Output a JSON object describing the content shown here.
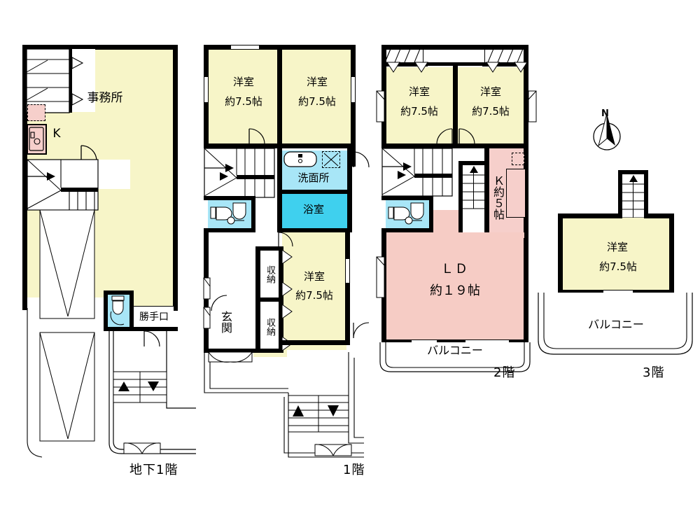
{
  "document": {
    "type": "floor-plan",
    "title": "間取り図",
    "language": "ja"
  },
  "palette": {
    "room_yellow": "#F7F5C8",
    "kitchen_pink": "#F6CFCB",
    "ld_pink": "#F6CCC5",
    "water_blue": "#A8E6F7",
    "wall_black": "#000000",
    "background": "#FFFFFF"
  },
  "compass": {
    "name": "north-arrow",
    "label": "N"
  },
  "floors": [
    {
      "id": "b1",
      "label": "地下1階",
      "rooms": [
        {
          "name": "office",
          "label": "事務所",
          "sub": "",
          "color": "room_yellow"
        },
        {
          "name": "kitchen",
          "label": "K",
          "sub": "",
          "color": "kitchen_pink"
        },
        {
          "name": "service-entrance",
          "label": "勝手口",
          "sub": "",
          "color": "white"
        }
      ]
    },
    {
      "id": "f1",
      "label": "1階",
      "rooms": [
        {
          "name": "western-room-1",
          "label": "洋室",
          "sub": "約7.5帖",
          "color": "room_yellow"
        },
        {
          "name": "western-room-2",
          "label": "洋室",
          "sub": "約7.5帖",
          "color": "room_yellow"
        },
        {
          "name": "western-room-3",
          "label": "洋室",
          "sub": "約7.5帖",
          "color": "room_yellow"
        },
        {
          "name": "washroom",
          "label": "洗面所",
          "sub": "",
          "color": "water_blue"
        },
        {
          "name": "bathroom",
          "label": "浴室",
          "sub": "",
          "color": "water_blue"
        },
        {
          "name": "entrance",
          "label": "玄関",
          "sub": "",
          "color": "white"
        },
        {
          "name": "closet-1",
          "label": "収納",
          "sub": "",
          "color": "white"
        },
        {
          "name": "closet-2",
          "label": "収納",
          "sub": "",
          "color": "white"
        }
      ]
    },
    {
      "id": "f2",
      "label": "2階",
      "rooms": [
        {
          "name": "western-room-4",
          "label": "洋室",
          "sub": "約7.5帖",
          "color": "room_yellow"
        },
        {
          "name": "western-room-5",
          "label": "洋室",
          "sub": "約7.5帖",
          "color": "room_yellow"
        },
        {
          "name": "living-dining",
          "label": "ＬＤ",
          "sub": "約１９帖",
          "color": "ld_pink"
        },
        {
          "name": "kitchen-2f",
          "label": "Ｋ約５帖",
          "sub": "",
          "color": "kitchen_pink"
        },
        {
          "name": "balcony-2f",
          "label": "バルコニー",
          "sub": "",
          "color": "white"
        }
      ]
    },
    {
      "id": "f3",
      "label": "3階",
      "rooms": [
        {
          "name": "western-room-6",
          "label": "洋室",
          "sub": "約7.5帖",
          "color": "room_yellow"
        },
        {
          "name": "balcony-3f",
          "label": "バルコニー",
          "sub": "",
          "color": "white"
        }
      ]
    }
  ],
  "labels": {
    "office": "事務所",
    "k_short": "K",
    "service_entrance": "勝手口",
    "washroom": "洗面所",
    "bathroom": "浴室",
    "entrance": "玄関",
    "closet": "収納",
    "western_room": "洋室",
    "size_7_5": "約7.5帖",
    "ld": "ＬＤ",
    "ld_size": "約１９帖",
    "k_5_jo": "Ｋ約５帖",
    "balcony": "バルコニー",
    "floor_b1": "地下1階",
    "floor_1": "1階",
    "floor_2": "2階",
    "floor_3": "3階",
    "north": "N"
  }
}
